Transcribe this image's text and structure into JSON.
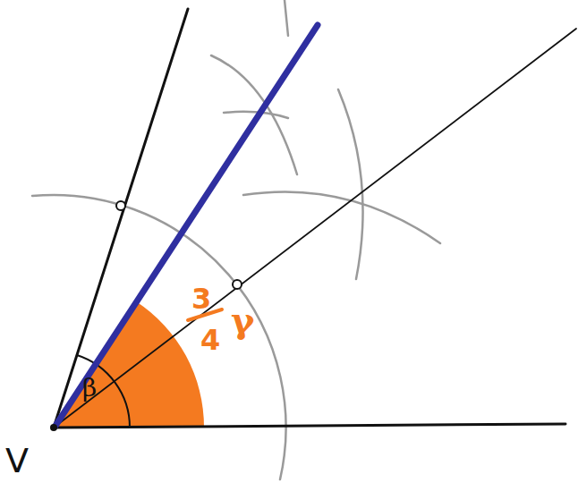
{
  "diagram": {
    "labels": [
      "V",
      "β",
      "3",
      "4",
      "γ"
    ]
  }
}
